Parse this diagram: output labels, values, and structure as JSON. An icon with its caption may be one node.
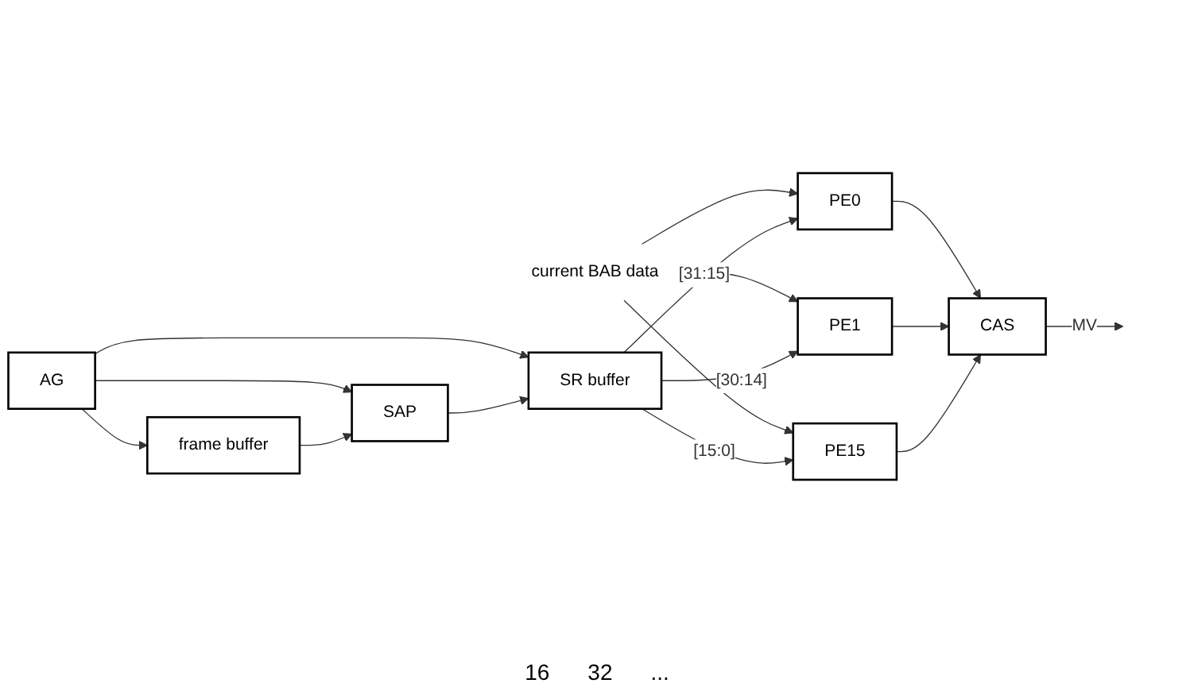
{
  "diagram": {
    "nodes": [
      {
        "text": [
          "AG"
        ]
      },
      {
        "text": [
          "SR buffer"
        ]
      },
      {
        "text": [
          "SAP"
        ]
      },
      {
        "text": [
          "frame buffer"
        ]
      },
      {
        "text": [
          "PE0"
        ]
      },
      {
        "text": [
          "PE1"
        ]
      },
      {
        "text": [
          "PE15"
        ]
      },
      {
        "text": [
          "CAS"
        ]
      },
      {
        "text": [
          "current BAB data"
        ]
      }
    ],
    "edges": [
      {
        "from": 0,
        "to": 1,
        "arrow": "to"
      },
      {
        "from": 0,
        "to": 2,
        "arrow": "to"
      },
      {
        "from": 0,
        "to": 3,
        "arrow": "to"
      },
      {
        "from": 3,
        "to": 2,
        "arrow": "to"
      },
      {
        "from": 2,
        "to": 1,
        "arrow": "to"
      },
      {
        "from": 8,
        "to": 4,
        "arrow": "to"
      },
      {
        "from": 8,
        "to": 5,
        "arrow": "to"
      },
      {
        "from": 8,
        "to": 6,
        "arrow": "to"
      },
      {
        "from": 1,
        "to": 4,
        "arrow": "to",
        "label": "[31:15]"
      },
      {
        "from": 1,
        "to": 5,
        "arrow": "to",
        "label": "[30:14]"
      },
      {
        "from": 1,
        "to": 6,
        "arrow": "to",
        "label": "[15:0]"
      },
      {
        "from": 4,
        "to": 7,
        "arrow": "to"
      },
      {
        "from": 5,
        "to": 7,
        "arrow": "to"
      },
      {
        "from": 6,
        "to": 7,
        "arrow": "to"
      },
      {
        "from": 7,
        "to": null,
        "arrow": "to",
        "label": "MV"
      }
    ],
    "labels": [
      "16",
      "32",
      "..."
    ]
  }
}
